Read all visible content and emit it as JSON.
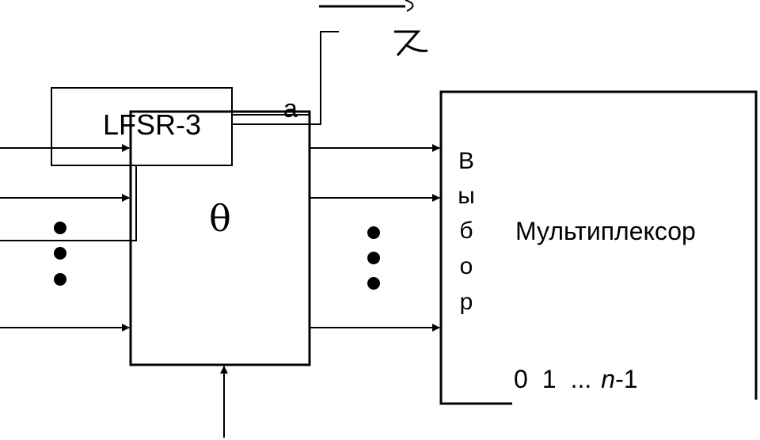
{
  "lfsr": {
    "label": "LFSR-3"
  },
  "signal": {
    "a_label": "a"
  },
  "theta_block": {
    "label": "θ"
  },
  "multiplexer": {
    "title": "Мультиплексор",
    "select_letters": [
      "В",
      "ы",
      "б",
      "о",
      "р"
    ],
    "inputs": {
      "first": "0",
      "second": "1",
      "ellipsis": "...",
      "last_italic": "n",
      "last_suffix": "-1"
    }
  }
}
